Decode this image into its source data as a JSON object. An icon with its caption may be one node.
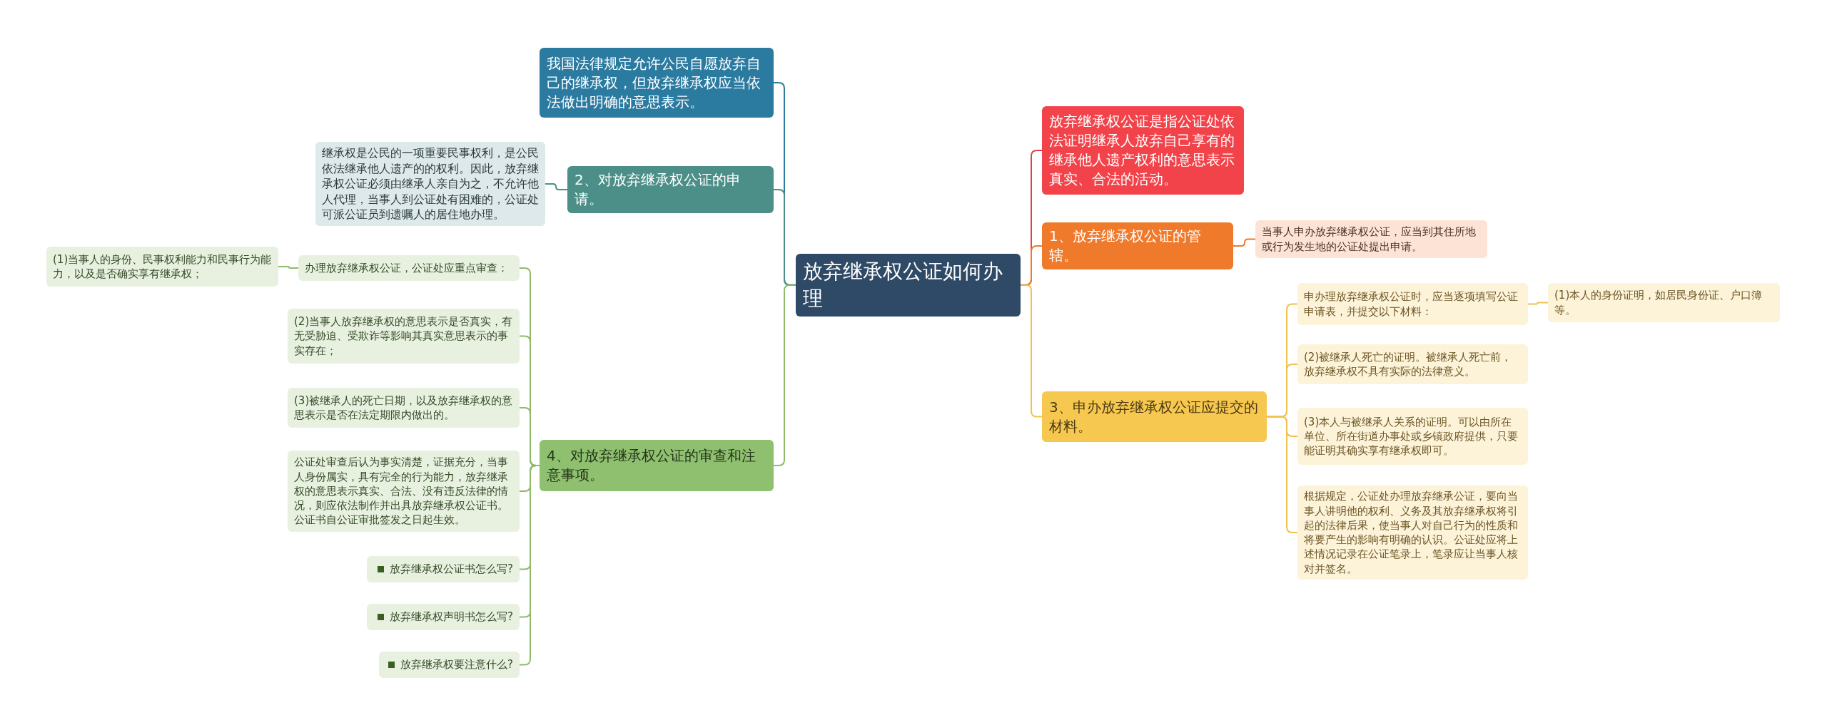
{
  "diagram": {
    "nodes": [
      {
        "text": [
          "放弃继承权公证如何办理"
        ]
      },
      {
        "text": [
          "我国法律规定允许公民自愿放弃自己的继承权，但放弃继承权应当依法做出明确的意思表示。"
        ]
      },
      {
        "text": [
          "2、对放弃继承权公证的申请。"
        ]
      },
      {
        "text": [
          "继承权是公民的一项重要民事权利，是公民依法继承他人遗产的的权利。因此，放弃继承权公证必须由继承人亲自为之，不允许他人代理，当事人到公证处有困难的，公证处可派公证员到遗嘱人的居住地办理。"
        ]
      },
      {
        "text": [
          "4、对放弃继承权公证的审查和注意事项。"
        ]
      },
      {
        "text": [
          "办理放弃继承权公证，公证处应重点审查："
        ]
      },
      {
        "text": [
          "(1)当事人的身份、民事权利能力和民事行为能力，以及是否确实享有继承权；"
        ]
      },
      {
        "text": [
          "(2)当事人放弃继承权的意思表示是否真实，有无受胁迫、受欺诈等影响其真实意思表示的事实存在；"
        ]
      },
      {
        "text": [
          "(3)被继承人的死亡日期，以及放弃继承权的意思表示是否在法定期限内做出的。"
        ]
      },
      {
        "text": [
          "公证处审查后认为事实清楚，证据充分，当事人身份属实，具有完全的行为能力，放弃继承权的意思表示真实、合法、没有违反法律的情况，则应依法制作并出具放弃继承权公证书。公证书自公证审批签发之日起生效。"
        ]
      },
      {
        "text": [
          "放弃继承权公证书怎么写?"
        ]
      },
      {
        "text": [
          "放弃继承权声明书怎么写?"
        ]
      },
      {
        "text": [
          "放弃继承权要注意什么?"
        ]
      },
      {
        "text": [
          "放弃继承权公证是指公证处依法证明继承人放弃自己享有的继承他人遗产权利的意思表示真实、合法的活动。"
        ]
      },
      {
        "text": [
          "1、放弃继承权公证的管辖。"
        ]
      },
      {
        "text": [
          "当事人申办放弃继承权公证，应当到其住所地或行为发生地的公证处提出申请。"
        ]
      },
      {
        "text": [
          "3、申办放弃继承权公证应提交的材料。"
        ]
      },
      {
        "text": [
          "申办理放弃继承权公证时，应当逐项填写公证申请表，并提交以下材料："
        ]
      },
      {
        "text": [
          "(1)本人的身份证明，如居民身份证、户口簿等。"
        ]
      },
      {
        "text": [
          "(2)被继承人死亡的证明。被继承人死亡前，放弃继承权不具有实际的法律意义。"
        ]
      },
      {
        "text": [
          "(3)本人与被继承人关系的证明。可以由所在单位、所在街道办事处或乡镇政府提供，只要能证明其确实享有继承权即可。"
        ]
      },
      {
        "text": [
          "根据规定，公证处办理放弃继承公证，要向当事人讲明他的权利、义务及其放弃继承权将引起的法律后果，使当事人对自己行为的性质和将要产生的影响有明确的认识。公证处应将上述情况记录在公证笔录上，笔录应让当事人核对并签名。"
        ]
      }
    ],
    "edges": [
      {
        "from": 0,
        "to": 1,
        "arrow": "none",
        "color": "#2b7aa0"
      },
      {
        "from": 0,
        "to": 2,
        "arrow": "none",
        "color": "#4b8f88"
      },
      {
        "from": 2,
        "to": 3,
        "arrow": "none",
        "color": "#4b8f88"
      },
      {
        "from": 0,
        "to": 4,
        "arrow": "none"
      },
      {
        "from": 4,
        "to": 5,
        "arrow": "none"
      },
      {
        "from": 5,
        "to": 6,
        "arrow": "none"
      },
      {
        "from": 4,
        "to": 7,
        "arrow": "none"
      },
      {
        "from": 4,
        "to": 8,
        "arrow": "none"
      },
      {
        "from": 4,
        "to": 9,
        "arrow": "none"
      },
      {
        "from": 4,
        "to": 10,
        "arrow": "none"
      },
      {
        "from": 4,
        "to": 11,
        "arrow": "none"
      },
      {
        "from": 4,
        "to": 12,
        "arrow": "none"
      },
      {
        "from": 0,
        "to": 13,
        "arrow": "none",
        "color": "#e0443f"
      },
      {
        "from": 0,
        "to": 14,
        "arrow": "none",
        "color": "#ee7a2b"
      },
      {
        "from": 14,
        "to": 15,
        "arrow": "none",
        "color": "#ee7a2b"
      },
      {
        "from": 0,
        "to": 16,
        "arrow": "none",
        "color": "#f0c24e"
      },
      {
        "from": 16,
        "to": 17,
        "arrow": "none",
        "color": "#f0c24e"
      },
      {
        "from": 17,
        "to": 18,
        "arrow": "none",
        "color": "#f0c24e"
      },
      {
        "from": 16,
        "to": 19,
        "arrow": "none",
        "color": "#f0c24e"
      },
      {
        "from": 16,
        "to": 20,
        "arrow": "none",
        "color": "#f0c24e"
      },
      {
        "from": 16,
        "to": 21,
        "arrow": "none",
        "color": "#f0c24e"
      }
    ]
  }
}
